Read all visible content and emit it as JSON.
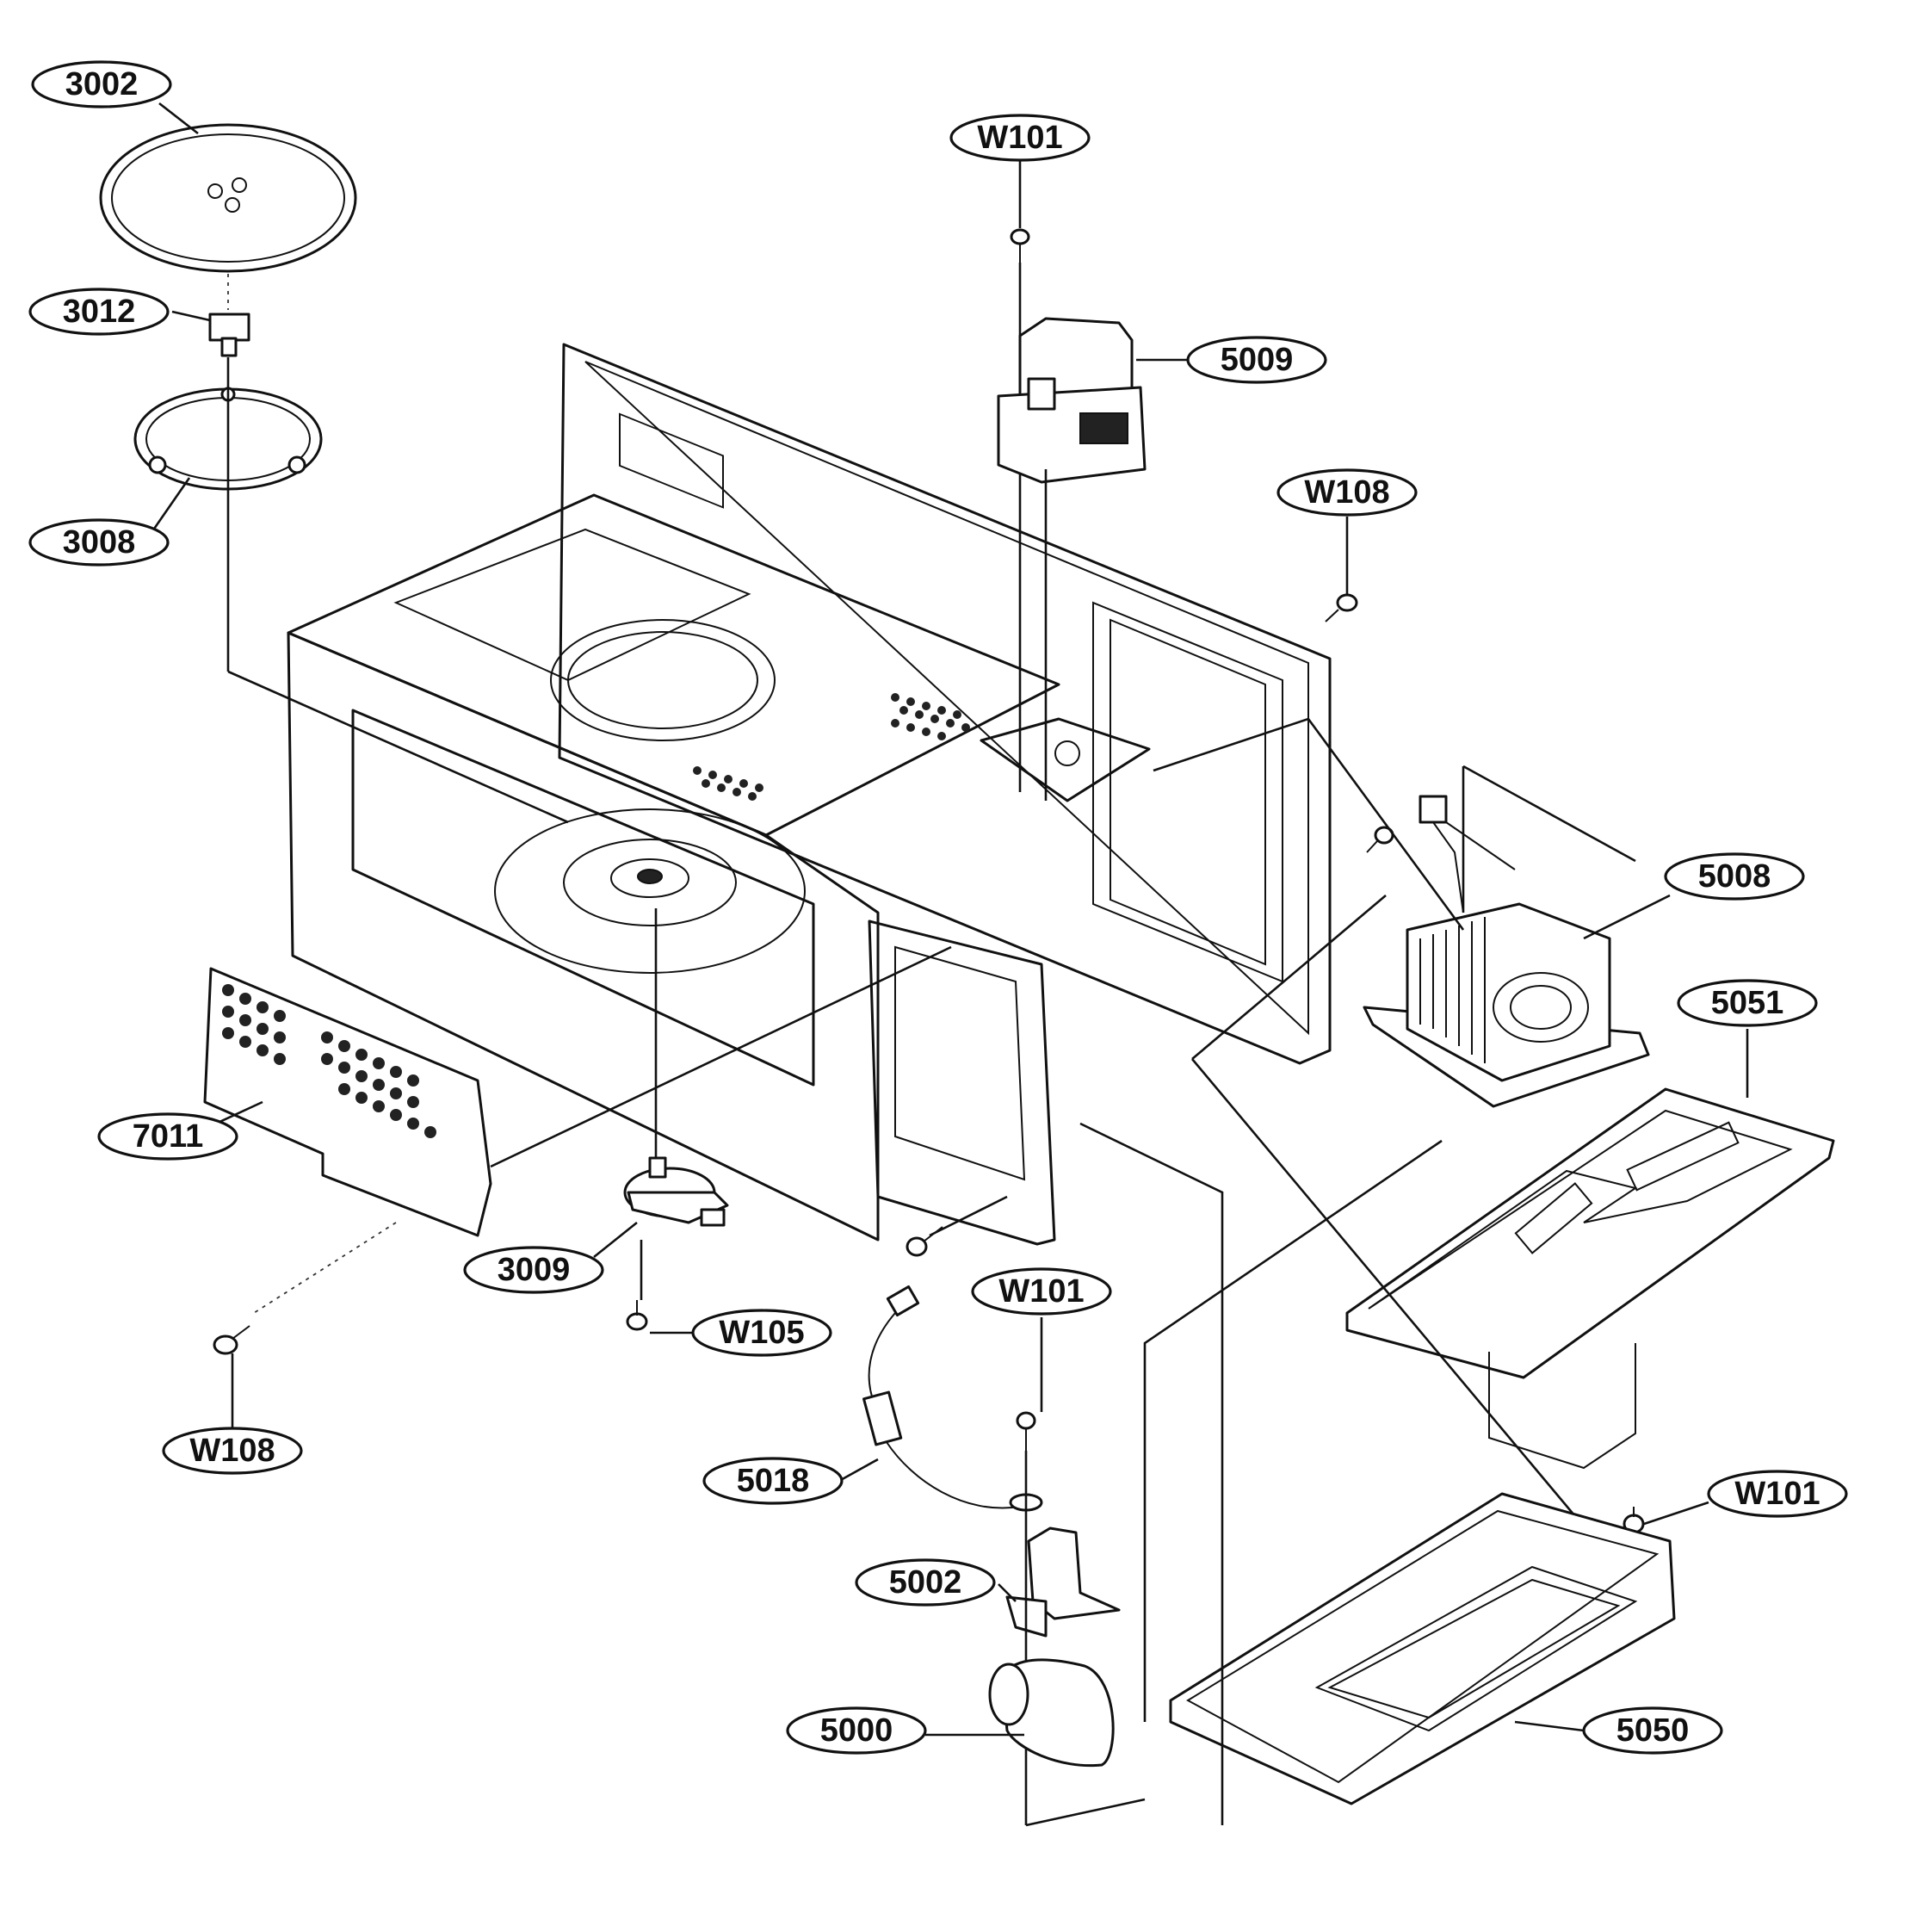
{
  "labels": {
    "3002": "3002",
    "3012": "3012",
    "3008": "3008",
    "7011": "7011",
    "3009": "3009",
    "W105": "W105",
    "W108_left": "W108",
    "W101_top": "W101",
    "5009": "5009",
    "W108_right": "W108",
    "5008": "5008",
    "5051": "5051",
    "W101_mid": "W101",
    "W101_right": "W101",
    "5018": "5018",
    "5002": "5002",
    "5000": "5000",
    "5050": "5050"
  },
  "colors": {
    "ink": "#111111",
    "paper": "#ffffff"
  }
}
